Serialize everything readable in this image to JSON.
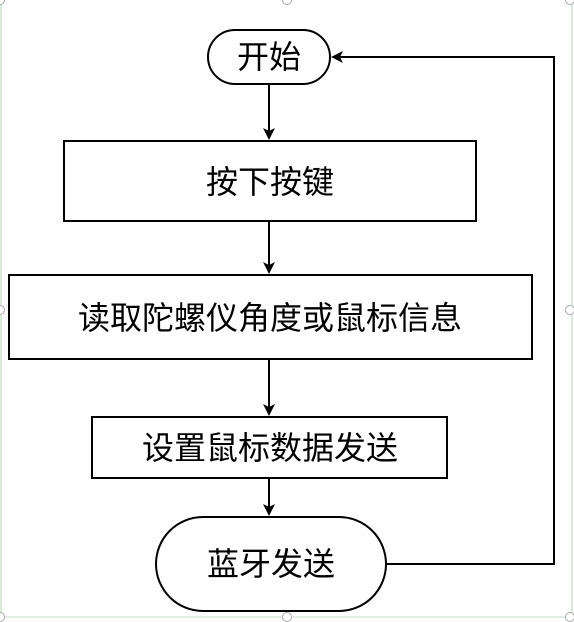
{
  "diagram": {
    "start": "开始",
    "press_key": "按下按键",
    "read_info": "读取陀螺仪角度或鼠标信息",
    "set_data": "设置鼠标数据发送",
    "bt_send": "蓝牙发送"
  }
}
